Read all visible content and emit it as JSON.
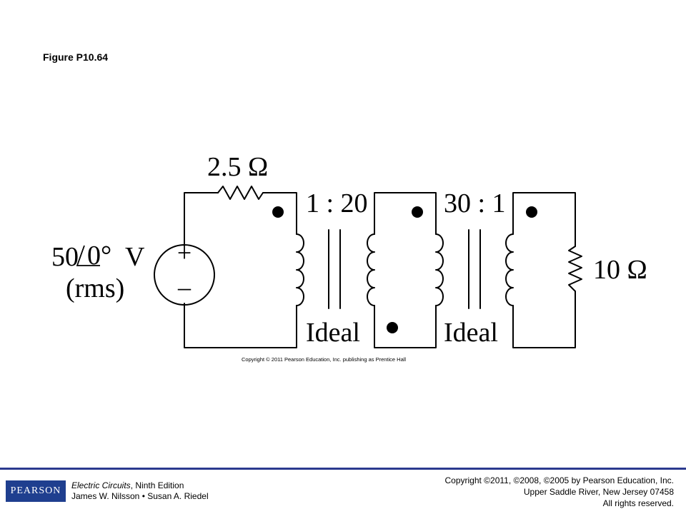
{
  "figure": {
    "title": "Figure P10.64",
    "copyright": "Copyright © 2011 Pearson Education, Inc. publishing as Prentice Hall"
  },
  "circuit": {
    "source": {
      "magnitude": "50",
      "angle": "0°",
      "unit": "V",
      "note": "(rms)",
      "plus": "+",
      "minus": "–"
    },
    "series_resistor": "2.5 Ω",
    "transformer1": {
      "ratio": "1 : 20",
      "label": "Ideal"
    },
    "transformer2": {
      "ratio": "30 : 1",
      "label": "Ideal"
    },
    "load_resistor": "10 Ω"
  },
  "footer": {
    "logo_text": "PEARSON",
    "book_title": "Electric Circuits",
    "edition": ", Ninth Edition",
    "authors": "James W. Nilsson • Susan A. Riedel",
    "copyright_line1": "Copyright ©2011, ©2008, ©2005 by Pearson Education, Inc.",
    "copyright_line2": "Upper Saddle River, New Jersey 07458",
    "copyright_line3": "All rights reserved."
  },
  "colors": {
    "rule": "#2b3a8f",
    "logo_bg": "#1f3f8f"
  }
}
